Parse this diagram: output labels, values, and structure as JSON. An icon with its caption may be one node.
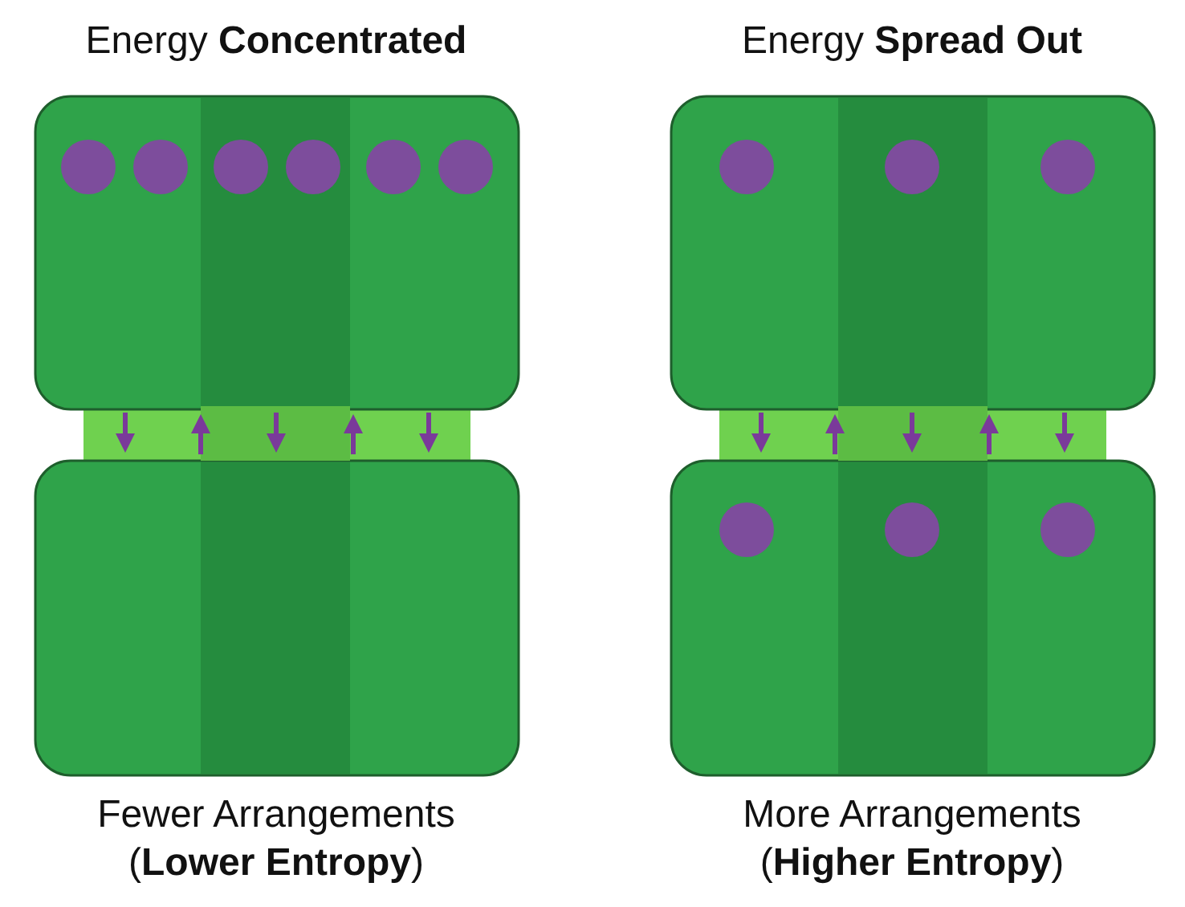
{
  "diagram": {
    "labels": [
      "Energy **Concentrated**",
      "Energy **Spread Out**",
      "Fewer Arrangements",
      "(**Lower Entropy**)",
      "More Arrangements",
      "(**Higher Entropy**)"
    ]
  }
}
